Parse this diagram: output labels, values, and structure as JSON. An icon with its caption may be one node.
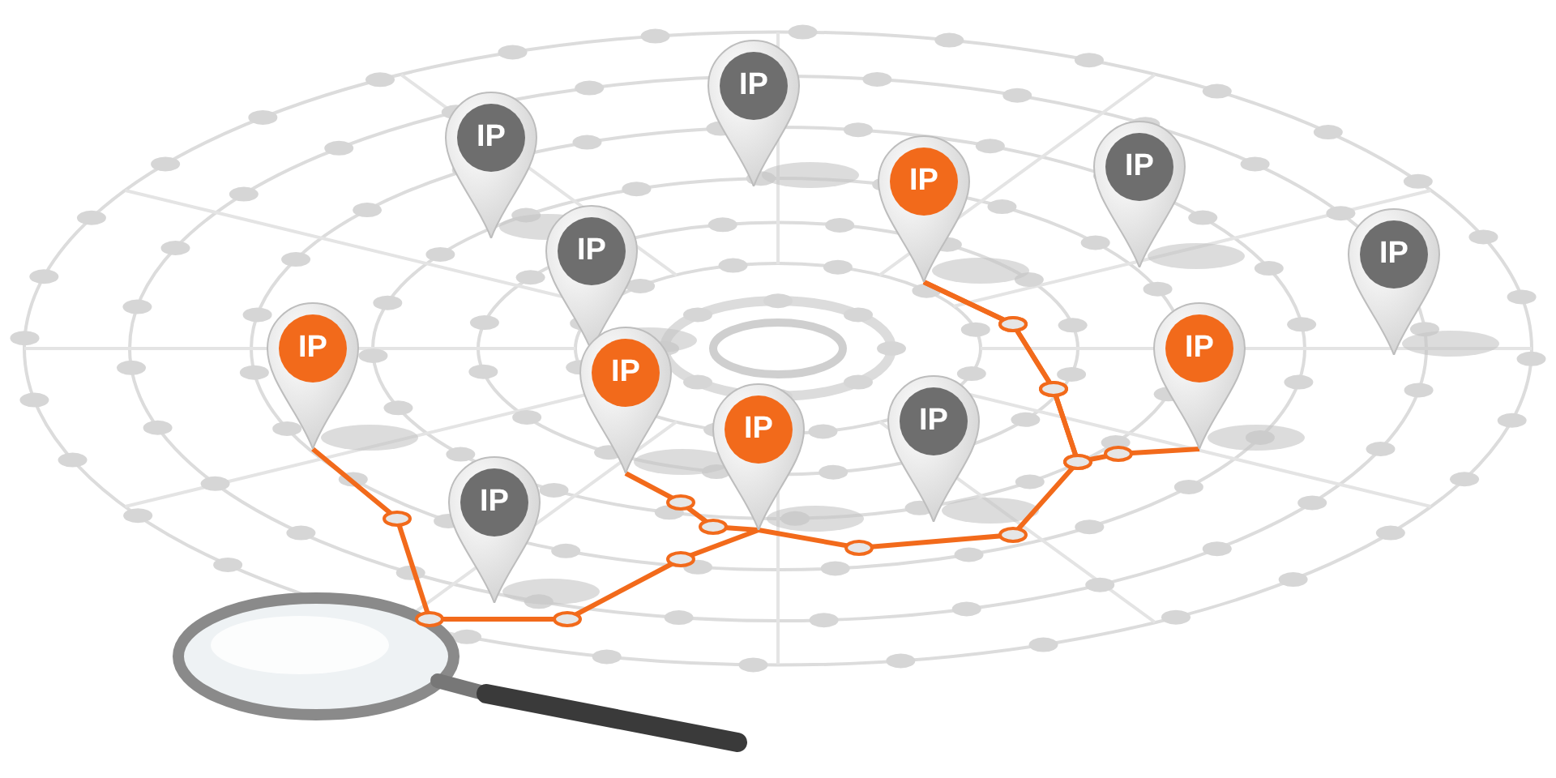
{
  "diagram": {
    "nodes": [
      {
        "text": [
          "IP"
        ]
      },
      {
        "text": [
          "IP"
        ]
      },
      {
        "text": [
          "IP"
        ]
      },
      {
        "text": [
          "IP"
        ]
      },
      {
        "text": [
          "IP"
        ]
      },
      {
        "text": [
          "IP"
        ]
      },
      {
        "text": [
          "IP"
        ]
      },
      {
        "text": [
          "IP"
        ]
      },
      {
        "text": [
          "IP"
        ]
      },
      {
        "text": [
          "IP"
        ]
      },
      {
        "text": [
          "IP"
        ]
      },
      {
        "text": [
          "IP"
        ]
      }
    ],
    "edges": [
      {
        "from": 6,
        "to": 9,
        "arrow": "none"
      },
      {
        "from": 7,
        "to": 9,
        "arrow": "none"
      },
      {
        "from": 9,
        "to": 2,
        "arrow": "none"
      },
      {
        "from": 8,
        "to": 2,
        "arrow": "none"
      }
    ]
  }
}
